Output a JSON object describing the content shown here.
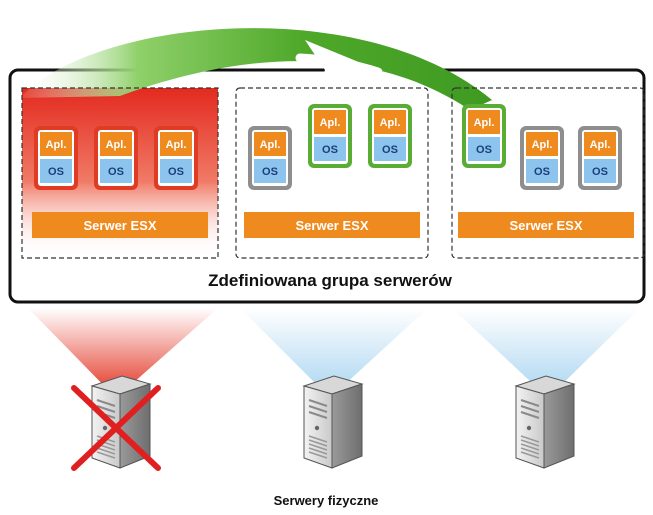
{
  "group_label": "Zdefiniowana grupa serwerów",
  "physical_label": "Serwery fizyczne",
  "esx_label": "Serwer ESX",
  "vm_app_label": "Apl.",
  "vm_os_label": "OS",
  "hosts": [
    {
      "status": "failed",
      "vm_count": 3
    },
    {
      "status": "running",
      "vm_count": 3
    },
    {
      "status": "running",
      "vm_count": 3
    }
  ],
  "migration": {
    "from_host": 1,
    "to_hosts": [
      2,
      3
    ],
    "migrated_vms": 3
  },
  "colors": {
    "failed_glow": "#e8362c",
    "migration_arrow": "#5cb030",
    "esx_bar": "#ee8a1e",
    "app_block": "#ee8a1e",
    "os_block": "#8cc4ee",
    "vm_border_migrated": "#5aac34",
    "vm_border_failed": "#e03c24",
    "vm_border_normal": "#8e8e8e",
    "projection_failed": "#e2301f",
    "projection_ok": "#a8d4f0",
    "fail_cross": "#e02020"
  },
  "icons": [
    "failed-server-cross-icon",
    "migration-arrow-icon",
    "server-tower-icon"
  ]
}
